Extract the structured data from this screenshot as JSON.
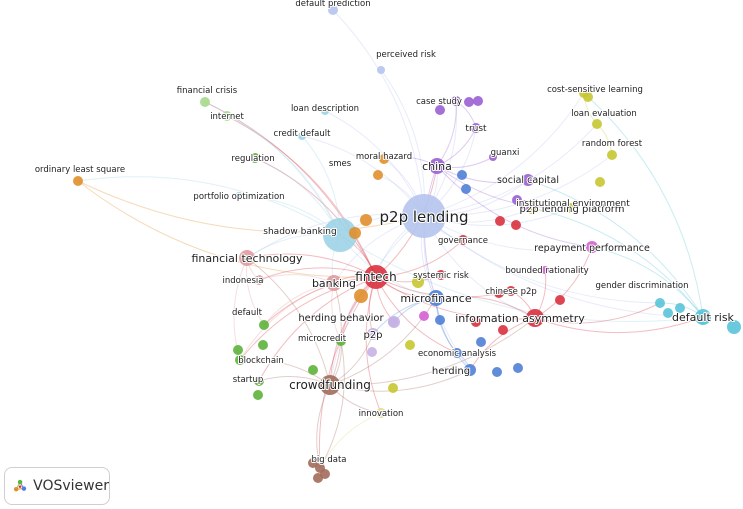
{
  "brand": {
    "label": "VOSviewer",
    "icon": "vosviewer-logo-icon"
  },
  "clusters": {
    "red": "#d9313e",
    "green": "#5db33b",
    "blue": "#4f7fd6",
    "yellow": "#c7c631",
    "purple": "#9a5fd1",
    "cyan": "#58c4d8",
    "orange": "#e08f2c",
    "brown": "#a26b5a",
    "pink": "#e29aa0",
    "lavender": "#b5c4ee",
    "lightblue": "#9dd3e6",
    "magenta": "#d461d3",
    "lightpurple": "#c6b1e4",
    "lightgreen": "#a7d98a",
    "lightyellow": "#dedd8a"
  },
  "nodes": [
    {
      "id": "p2p-lending",
      "label": "p2p lending",
      "cluster": "lavender",
      "size": 22,
      "font": 15
    },
    {
      "id": "fintech",
      "label": "fintech",
      "cluster": "red",
      "size": 12,
      "font": 12
    },
    {
      "id": "crowdfunding",
      "label": "crowdfunding",
      "cluster": "brown",
      "size": 10,
      "font": 12
    },
    {
      "id": "information-asymmetry",
      "label": "information asymmetry",
      "cluster": "red",
      "size": 9,
      "font": 11
    },
    {
      "id": "financial-technology",
      "label": "financial technology",
      "cluster": "pink",
      "size": 8,
      "font": 11
    },
    {
      "id": "banking",
      "label": "banking",
      "cluster": "pink",
      "size": 8,
      "font": 11
    },
    {
      "id": "microfinance",
      "label": "microfinance",
      "cluster": "blue",
      "size": 8,
      "font": 11
    },
    {
      "id": "china",
      "label": "china",
      "cluster": "purple",
      "size": 8,
      "font": 11
    },
    {
      "id": "default-risk",
      "label": "default risk",
      "cluster": "cyan",
      "size": 8,
      "font": 11
    },
    {
      "id": "shadow-banking",
      "label": "shadow banking",
      "cluster": "lightblue",
      "size": 17,
      "font": 9
    },
    {
      "id": "p2p",
      "label": "p2p",
      "cluster": "lightpurple",
      "size": 6,
      "font": 10
    },
    {
      "id": "herding-behavior",
      "label": "herding behavior",
      "cluster": "lightpurple",
      "size": 6,
      "font": 10
    },
    {
      "id": "p2p-lending-platform",
      "label": "p2p lending platform",
      "cluster": "yellow",
      "size": 6,
      "font": 10
    },
    {
      "id": "repayment-performance",
      "label": "repayment performance",
      "cluster": "magenta",
      "size": 6,
      "font": 9.5
    },
    {
      "id": "social-capital",
      "label": "social capital",
      "cluster": "purple",
      "size": 6,
      "font": 9.5
    },
    {
      "id": "institutional-environment",
      "label": "institutional environment",
      "cluster": "yellow",
      "size": 5,
      "font": 9
    },
    {
      "id": "herding",
      "label": "herding",
      "cluster": "blue",
      "size": 6,
      "font": 10
    },
    {
      "id": "trust",
      "label": "trust",
      "cluster": "purple",
      "size": 5,
      "font": 9
    },
    {
      "id": "case-study",
      "label": "case study",
      "cluster": "purple",
      "size": 5,
      "font": 8.5
    },
    {
      "id": "guanxi",
      "label": "guanxi",
      "cluster": "purple",
      "size": 4,
      "font": 8.5
    },
    {
      "id": "random-forest",
      "label": "random forest",
      "cluster": "yellow",
      "size": 5,
      "font": 8.5
    },
    {
      "id": "loan-evaluation",
      "label": "loan evaluation",
      "cluster": "yellow",
      "size": 5,
      "font": 8.5
    },
    {
      "id": "cost-sensitive-learning",
      "label": "cost-sensitive learning",
      "cluster": "yellow",
      "size": 5,
      "font": 8.5
    },
    {
      "id": "default-prediction",
      "label": "default prediction",
      "cluster": "lavender",
      "size": 5,
      "font": 8.5
    },
    {
      "id": "perceived-risk",
      "label": "perceived risk",
      "cluster": "lavender",
      "size": 4,
      "font": 8.5
    },
    {
      "id": "loan-description",
      "label": "loan description",
      "cluster": "lightblue",
      "size": 4,
      "font": 8.5
    },
    {
      "id": "credit-default",
      "label": "credit default",
      "cluster": "lightblue",
      "size": 4,
      "font": 8.5
    },
    {
      "id": "moral-hazard",
      "label": "moral hazard",
      "cluster": "orange",
      "size": 5,
      "font": 8.5
    },
    {
      "id": "smes",
      "label": "smes",
      "cluster": "orange",
      "size": 5,
      "font": 8.5
    },
    {
      "id": "financial-crisis",
      "label": "financial crisis",
      "cluster": "lightgreen",
      "size": 5,
      "font": 8.5
    },
    {
      "id": "internet",
      "label": "internet",
      "cluster": "lightgreen",
      "size": 5,
      "font": 8.5
    },
    {
      "id": "regulation",
      "label": "regulation",
      "cluster": "green",
      "size": 5,
      "font": 8.5
    },
    {
      "id": "ordinary-least-square",
      "label": "ordinary least square",
      "cluster": "orange",
      "size": 5,
      "font": 8.5
    },
    {
      "id": "portfolio-optimization",
      "label": "portfolio optimization",
      "cluster": "lightblue",
      "size": 4,
      "font": 8.5
    },
    {
      "id": "governance",
      "label": "governance",
      "cluster": "red",
      "size": 5,
      "font": 8.5
    },
    {
      "id": "systemic-risk",
      "label": "systemic risk",
      "cluster": "red",
      "size": 5,
      "font": 8.5
    },
    {
      "id": "bounded-rationality",
      "label": "bounded rationality",
      "cluster": "magenta",
      "size": 4,
      "font": 8.5
    },
    {
      "id": "chinese-p2p",
      "label": "chinese p2p",
      "cluster": "red",
      "size": 5,
      "font": 8.5
    },
    {
      "id": "indonesia",
      "label": "indonesia",
      "cluster": "pink",
      "size": 5,
      "font": 8.5
    },
    {
      "id": "default",
      "label": "default",
      "cluster": "green",
      "size": 5,
      "font": 8.5
    },
    {
      "id": "microcredit",
      "label": "microcredit",
      "cluster": "green",
      "size": 5,
      "font": 8.5
    },
    {
      "id": "blockchain",
      "label": "blockchain",
      "cluster": "green",
      "size": 5,
      "font": 8.5
    },
    {
      "id": "startup",
      "label": "startup",
      "cluster": "green",
      "size": 5,
      "font": 8.5
    },
    {
      "id": "innovation",
      "label": "innovation",
      "cluster": "lightyellow",
      "size": 5,
      "font": 8.5
    },
    {
      "id": "economic-analysis",
      "label": "economic analysis",
      "cluster": "blue",
      "size": 5,
      "font": 8.5
    },
    {
      "id": "big-data",
      "label": "big data",
      "cluster": "brown",
      "size": 5,
      "font": 8.5
    },
    {
      "id": "gender-discrimination",
      "label": "gender discrimination",
      "cluster": "cyan",
      "size": 5,
      "font": 8.5
    },
    {
      "id": "u-orange-1",
      "label": "",
      "cluster": "orange",
      "size": 7
    },
    {
      "id": "u-orange-2",
      "label": "",
      "cluster": "orange",
      "size": 6
    },
    {
      "id": "u-orange-3",
      "label": "",
      "cluster": "orange",
      "size": 6
    },
    {
      "id": "u-blue-1",
      "label": "",
      "cluster": "blue",
      "size": 5
    },
    {
      "id": "u-blue-2",
      "label": "",
      "cluster": "blue",
      "size": 5
    },
    {
      "id": "u-blue-3",
      "label": "",
      "cluster": "blue",
      "size": 5
    },
    {
      "id": "u-blue-4",
      "label": "",
      "cluster": "blue",
      "size": 5
    },
    {
      "id": "u-blue-5",
      "label": "",
      "cluster": "blue",
      "size": 5
    },
    {
      "id": "u-blue-6",
      "label": "",
      "cluster": "blue",
      "size": 5
    },
    {
      "id": "u-purple-1",
      "label": "",
      "cluster": "purple",
      "size": 5
    },
    {
      "id": "u-purple-2",
      "label": "",
      "cluster": "purple",
      "size": 5
    },
    {
      "id": "u-purple-3",
      "label": "",
      "cluster": "purple",
      "size": 5
    },
    {
      "id": "u-purple-4",
      "label": "",
      "cluster": "purple",
      "size": 5
    },
    {
      "id": "u-purple-5",
      "label": "",
      "cluster": "purple",
      "size": 5
    },
    {
      "id": "u-red-1",
      "label": "",
      "cluster": "red",
      "size": 5
    },
    {
      "id": "u-red-2",
      "label": "",
      "cluster": "red",
      "size": 5
    },
    {
      "id": "u-red-3",
      "label": "",
      "cluster": "red",
      "size": 5
    },
    {
      "id": "u-red-4",
      "label": "",
      "cluster": "red",
      "size": 5
    },
    {
      "id": "u-red-5",
      "label": "",
      "cluster": "red",
      "size": 5
    },
    {
      "id": "u-red-6",
      "label": "",
      "cluster": "red",
      "size": 5
    },
    {
      "id": "u-yellow-1",
      "label": "",
      "cluster": "yellow",
      "size": 6
    },
    {
      "id": "u-yellow-2",
      "label": "",
      "cluster": "yellow",
      "size": 5
    },
    {
      "id": "u-yellow-3",
      "label": "",
      "cluster": "yellow",
      "size": 5
    },
    {
      "id": "u-yellow-4",
      "label": "",
      "cluster": "yellow",
      "size": 5
    },
    {
      "id": "u-yellow-5",
      "label": "",
      "cluster": "yellow",
      "size": 5
    },
    {
      "id": "u-green-1",
      "label": "",
      "cluster": "green",
      "size": 5
    },
    {
      "id": "u-green-2",
      "label": "",
      "cluster": "green",
      "size": 5
    },
    {
      "id": "u-green-3",
      "label": "",
      "cluster": "green",
      "size": 5
    },
    {
      "id": "u-green-4",
      "label": "",
      "cluster": "green",
      "size": 5
    },
    {
      "id": "u-cyan-1",
      "label": "",
      "cluster": "cyan",
      "size": 7
    },
    {
      "id": "u-cyan-2",
      "label": "",
      "cluster": "cyan",
      "size": 5
    },
    {
      "id": "u-cyan-3",
      "label": "",
      "cluster": "cyan",
      "size": 5
    },
    {
      "id": "u-cyan-4",
      "label": "",
      "cluster": "cyan",
      "size": 6
    },
    {
      "id": "u-brown-1",
      "label": "",
      "cluster": "brown",
      "size": 5
    },
    {
      "id": "u-brown-2",
      "label": "",
      "cluster": "brown",
      "size": 5
    },
    {
      "id": "u-brown-3",
      "label": "",
      "cluster": "brown",
      "size": 5
    },
    {
      "id": "u-magenta-1",
      "label": "",
      "cluster": "magenta",
      "size": 5
    },
    {
      "id": "u-lightpurple-1",
      "label": "",
      "cluster": "lightpurple",
      "size": 5
    },
    {
      "id": "u-lightpurple-2",
      "label": "",
      "cluster": "lightpurple",
      "size": 5
    }
  ],
  "links": [
    [
      "p2p-lending",
      "fintech"
    ],
    [
      "p2p-lending",
      "china"
    ],
    [
      "p2p-lending",
      "information-asymmetry"
    ],
    [
      "p2p-lending",
      "crowdfunding"
    ],
    [
      "p2p-lending",
      "shadow-banking"
    ],
    [
      "p2p-lending",
      "default-prediction"
    ],
    [
      "p2p-lending",
      "perceived-risk"
    ],
    [
      "p2p-lending",
      "trust"
    ],
    [
      "p2p-lending",
      "case-study"
    ],
    [
      "p2p-lending",
      "social-capital"
    ],
    [
      "p2p-lending",
      "p2p-lending-platform"
    ],
    [
      "p2p-lending",
      "repayment-performance"
    ],
    [
      "p2p-lending",
      "default-risk"
    ],
    [
      "p2p-lending",
      "microfinance"
    ],
    [
      "p2p-lending",
      "herding"
    ],
    [
      "p2p-lending",
      "loan-evaluation"
    ],
    [
      "p2p-lending",
      "random-forest"
    ],
    [
      "p2p-lending",
      "cost-sensitive-learning"
    ],
    [
      "p2p-lending",
      "moral-hazard"
    ],
    [
      "p2p-lending",
      "smes"
    ],
    [
      "p2p-lending",
      "loan-description"
    ],
    [
      "p2p-lending",
      "credit-default"
    ],
    [
      "p2p-lending",
      "financial-technology"
    ],
    [
      "p2p-lending",
      "banking"
    ],
    [
      "p2p-lending",
      "governance"
    ],
    [
      "p2p-lending",
      "institutional-environment"
    ],
    [
      "p2p-lending",
      "gender-discrimination"
    ],
    [
      "fintech",
      "crowdfunding"
    ],
    [
      "fintech",
      "banking"
    ],
    [
      "fintech",
      "financial-technology"
    ],
    [
      "fintech",
      "microfinance"
    ],
    [
      "fintech",
      "information-asymmetry"
    ],
    [
      "fintech",
      "regulation"
    ],
    [
      "fintech",
      "financial-crisis"
    ],
    [
      "fintech",
      "internet"
    ],
    [
      "fintech",
      "indonesia"
    ],
    [
      "fintech",
      "blockchain"
    ],
    [
      "fintech",
      "startup"
    ],
    [
      "fintech",
      "innovation"
    ],
    [
      "fintech",
      "big-data"
    ],
    [
      "fintech",
      "systemic-risk"
    ],
    [
      "fintech",
      "shadow-banking"
    ],
    [
      "fintech",
      "china"
    ],
    [
      "fintech",
      "p2p"
    ],
    [
      "fintech",
      "herding-behavior"
    ],
    [
      "fintech",
      "default"
    ],
    [
      "fintech",
      "microcredit"
    ],
    [
      "fintech",
      "governance"
    ],
    [
      "fintech",
      "chinese-p2p"
    ],
    [
      "fintech",
      "economic-analysis"
    ],
    [
      "crowdfunding",
      "big-data"
    ],
    [
      "crowdfunding",
      "blockchain"
    ],
    [
      "crowdfunding",
      "startup"
    ],
    [
      "crowdfunding",
      "microcredit"
    ],
    [
      "crowdfunding",
      "innovation"
    ],
    [
      "crowdfunding",
      "banking"
    ],
    [
      "crowdfunding",
      "financial-technology"
    ],
    [
      "crowdfunding",
      "herding"
    ],
    [
      "crowdfunding",
      "microfinance"
    ],
    [
      "crowdfunding",
      "p2p"
    ],
    [
      "crowdfunding",
      "information-asymmetry"
    ],
    [
      "shadow-banking",
      "ordinary-least-square"
    ],
    [
      "shadow-banking",
      "portfolio-optimization"
    ],
    [
      "shadow-banking",
      "regulation"
    ],
    [
      "shadow-banking",
      "financial-crisis"
    ],
    [
      "shadow-banking",
      "internet"
    ],
    [
      "shadow-banking",
      "credit-default"
    ],
    [
      "shadow-banking",
      "banking"
    ],
    [
      "shadow-banking",
      "financial-technology"
    ],
    [
      "shadow-banking",
      "default-risk"
    ],
    [
      "shadow-banking",
      "microfinance"
    ],
    [
      "ordinary-least-square",
      "p2p-lending"
    ],
    [
      "ordinary-least-square",
      "fintech"
    ],
    [
      "china",
      "guanxi"
    ],
    [
      "china",
      "trust"
    ],
    [
      "china",
      "case-study"
    ],
    [
      "china",
      "social-capital"
    ],
    [
      "china",
      "institutional-environment"
    ],
    [
      "china",
      "moral-hazard"
    ],
    [
      "china",
      "microfinance"
    ],
    [
      "china",
      "repayment-performance"
    ],
    [
      "information-asymmetry",
      "default-risk"
    ],
    [
      "information-asymmetry",
      "herding"
    ],
    [
      "information-asymmetry",
      "microfinance"
    ],
    [
      "information-asymmetry",
      "repayment-performance"
    ],
    [
      "information-asymmetry",
      "chinese-p2p"
    ],
    [
      "information-asymmetry",
      "bounded-rationality"
    ],
    [
      "information-asymmetry",
      "gender-discrimination"
    ],
    [
      "default-risk",
      "gender-discrimination"
    ],
    [
      "default-risk",
      "repayment-performance"
    ],
    [
      "default-risk",
      "p2p-lending-platform"
    ],
    [
      "default-risk",
      "social-capital"
    ],
    [
      "default-risk",
      "cost-sensitive-learning"
    ],
    [
      "microfinance",
      "herding"
    ],
    [
      "microfinance",
      "economic-analysis"
    ],
    [
      "microfinance",
      "p2p"
    ],
    [
      "microfinance",
      "herding-behavior"
    ],
    [
      "banking",
      "indonesia"
    ],
    [
      "banking",
      "default"
    ],
    [
      "banking",
      "blockchain"
    ],
    [
      "banking",
      "microcredit"
    ],
    [
      "financial-technology",
      "indonesia"
    ],
    [
      "financial-technology",
      "blockchain"
    ],
    [
      "financial-technology",
      "default"
    ],
    [
      "random-forest",
      "loan-evaluation"
    ],
    [
      "cost-sensitive-learning",
      "loan-evaluation"
    ],
    [
      "p2p-lending-platform",
      "institutional-environment"
    ],
    [
      "big-data",
      "microcredit"
    ],
    [
      "innovation",
      "big-data"
    ],
    [
      "herding",
      "economic-analysis"
    ],
    [
      "trust",
      "case-study"
    ]
  ]
}
